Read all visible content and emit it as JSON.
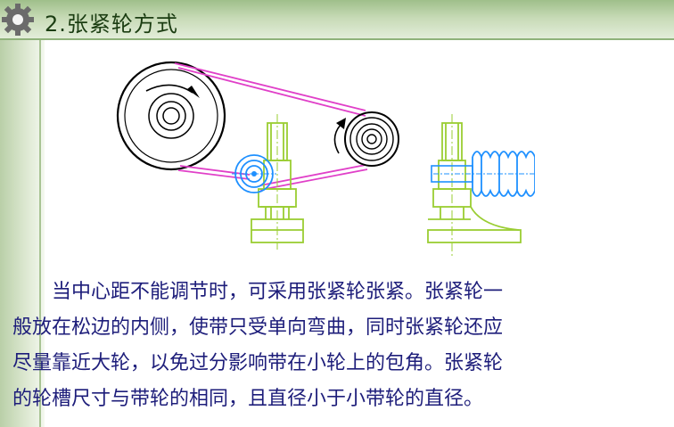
{
  "header": {
    "title": "2.张紧轮方式"
  },
  "body_text": {
    "lines": [
      "当中心距不能调节时，可采用张紧轮张紧。张紧轮一",
      "般放在松边的内侧，使带只受单向弯曲，同时张紧轮还应",
      "尽量靠近大轮，以免过分影响带在小轮上的包角。张紧轮",
      "的轮槽尺寸与带轮的相同，且直径小于小带轮的直径。"
    ]
  },
  "colors": {
    "text": "#1d1d7a",
    "belt": "#e040c8",
    "frame": "#9acd32",
    "tensioner": "#1e90ff"
  },
  "icons": [
    "gear-icon"
  ]
}
